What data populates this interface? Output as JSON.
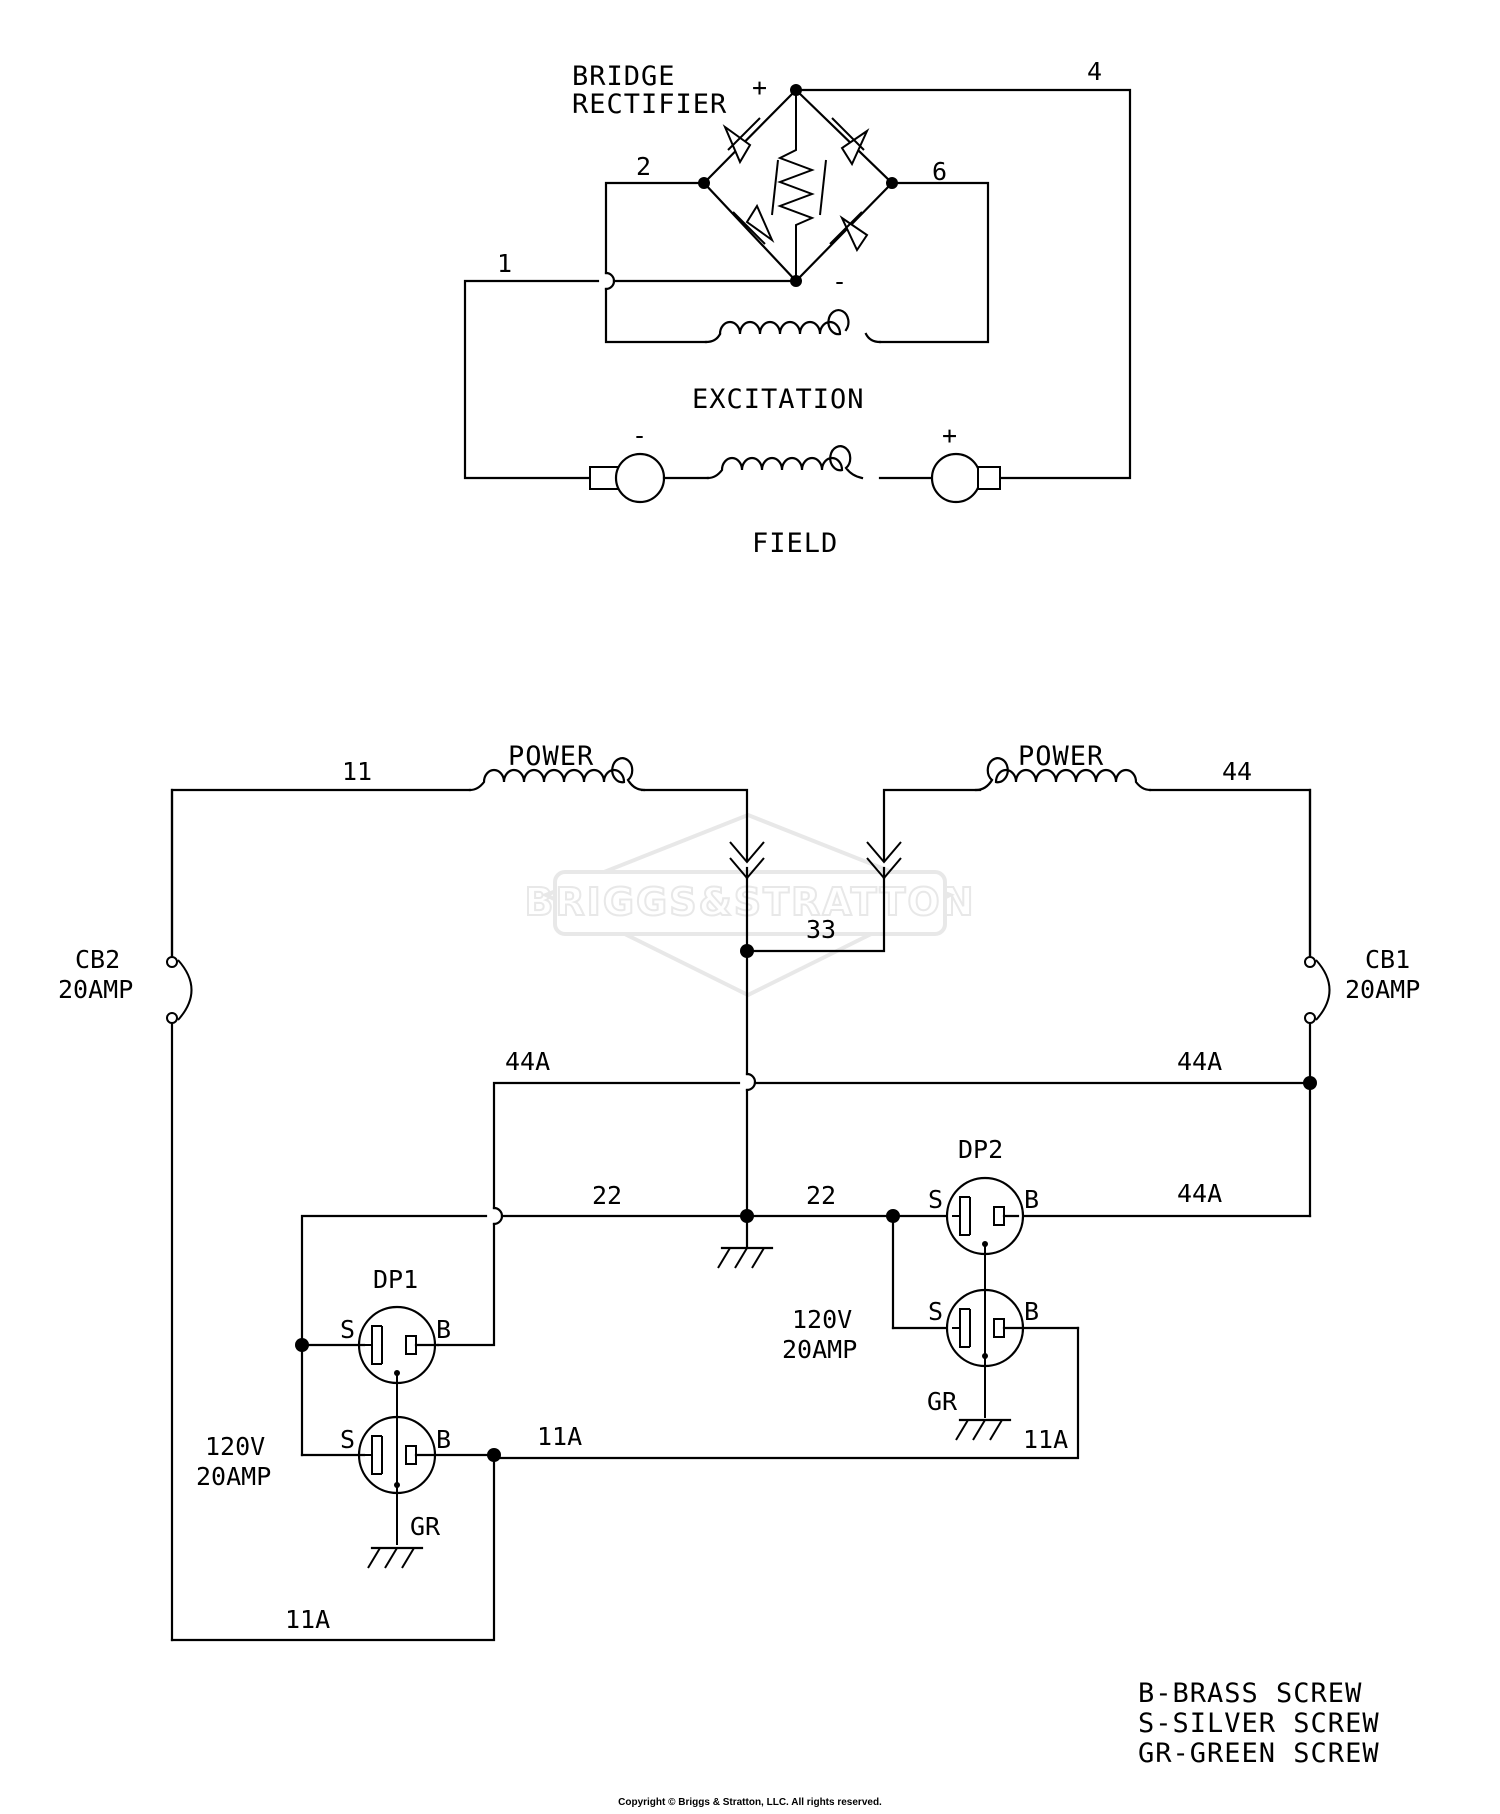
{
  "rectifier": {
    "title_line1": "BRIDGE",
    "title_line2": "RECTIFIER",
    "plus": "+",
    "minus": "-"
  },
  "wires_top": {
    "w1": "1",
    "w2": "2",
    "w4": "4",
    "w6": "6"
  },
  "excitation_label": "EXCITATION",
  "field": {
    "label": "FIELD",
    "minus": "-",
    "plus": "+"
  },
  "power": {
    "left_label": "POWER",
    "right_label": "POWER",
    "w11": "11",
    "w44": "44",
    "w33": "33"
  },
  "breakers": {
    "cb2_name": "CB2",
    "cb2_rating": "20AMP",
    "cb1_name": "CB1",
    "cb1_rating": "20AMP"
  },
  "wires_bottom": {
    "w44a_left": "44A",
    "w44a_right": "44A",
    "w44a_dp2": "44A",
    "w22_left": "22",
    "w22_right": "22",
    "w11a_mid": "11A",
    "w11a_dp2": "11A",
    "w11a_bottom": "11A"
  },
  "dp1": {
    "name": "DP1",
    "s_top": "S",
    "b_top": "B",
    "s_bot": "S",
    "b_bot": "B",
    "gr": "GR",
    "rating_line1": "120V",
    "rating_line2": "20AMP"
  },
  "dp2": {
    "name": "DP2",
    "s_top": "S",
    "b_top": "B",
    "s_bot": "S",
    "b_bot": "B",
    "gr": "GR",
    "rating_line1": "120V",
    "rating_line2": "20AMP"
  },
  "legend": {
    "line1": "B-BRASS SCREW",
    "line2": "S-SILVER SCREW",
    "line3": "GR-GREEN SCREW"
  },
  "watermark": "BRIGGS&STRATTON",
  "copyright": "Copyright © Briggs & Stratton, LLC. All rights reserved."
}
